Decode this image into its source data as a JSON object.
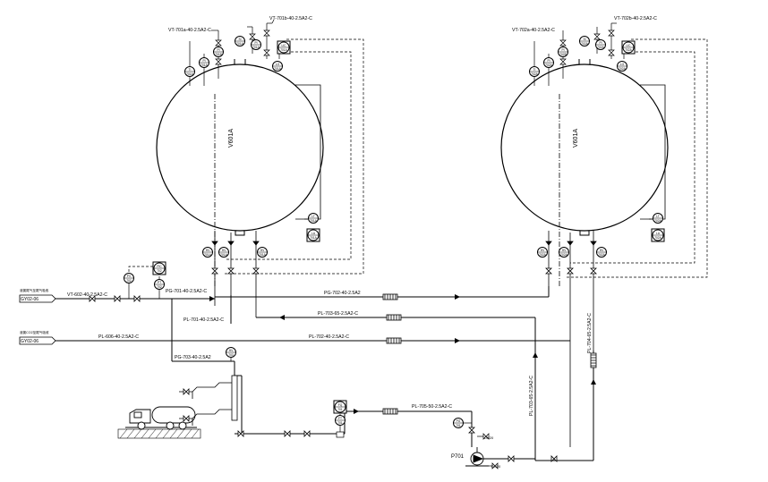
{
  "vessels": {
    "left": {
      "tag": "V601A",
      "top_lines": {
        "a": "VT-701a-40-2.5A2-C",
        "b": "VT-701b-40-2.5A2-C"
      }
    },
    "right": {
      "tag": "V601A",
      "top_lines": {
        "a": "VT-702a-40-2.5A2-C",
        "b": "VT-702b-40-2.5A2-C"
      }
    }
  },
  "lines": {
    "vt602": "VT-602-40-2.5A2-C",
    "pg701": "PG-701-40-2.5A2-C",
    "pg702": "PG-702-40-2.5A2",
    "pl701": "PL-701-40-2.5A2-C",
    "pl703": "PL-703-65-2.5A2-C",
    "pl606": "PL-606-40-2.5A2-C",
    "pl702": "PL-702-40-2.5A2-C",
    "pg703": "PG-703-40-2.5A2",
    "pl705": "PL-705-50-2.5A2-C",
    "pl704": "PL-704-65-2.5A2-C",
    "pl703v": "PL-703-65-2.5A2-C"
  },
  "offpage": {
    "top": {
      "id": "GY02-06",
      "note": "液氯尾气至尾气吸收"
    },
    "bottom": {
      "id": "GY02-06",
      "note": "液氯CO2至尾气吸收"
    }
  },
  "pump": {
    "tag": "P701"
  },
  "dn": {
    "a": "DN20",
    "b": "DN20"
  },
  "instruments": {
    "ti701a": [
      "TI",
      "701A"
    ],
    "pi701a": [
      "PI",
      "701A"
    ],
    "pi701b": [
      "PI",
      "701B"
    ],
    "si701a": [
      "SI",
      "701A"
    ],
    "pi701c": [
      "PI",
      "701A"
    ],
    "lic701": [
      "LIC",
      "701A"
    ],
    "lg701": [
      "LG",
      "701A"
    ],
    "lt701a": [
      "LT",
      "701A"
    ],
    "la701": [
      "LA",
      "701A"
    ],
    "hv1": [
      "HV",
      "701A"
    ],
    "hv2": [
      "HV",
      "701A"
    ],
    "hv3": [
      "HV",
      "701A"
    ],
    "pv702": [
      "PV",
      "702"
    ],
    "pt702": [
      "PT",
      "702"
    ],
    "pic702": [
      "PIC",
      "702"
    ],
    "hv4": [
      "HV",
      "703"
    ],
    "fq701": [
      "FQ",
      "701"
    ],
    "ft701": [
      "FT",
      "701"
    ],
    "pg701": [
      "PG",
      "701"
    ],
    "ti702a": [
      "TI",
      "702A"
    ],
    "pi702a": [
      "PI",
      "702A"
    ],
    "pi702b": [
      "PI",
      "702B"
    ],
    "si702a": [
      "SI",
      "702A"
    ],
    "pi702c": [
      "PI",
      "702A"
    ],
    "lic702": [
      "LIC",
      "702A"
    ],
    "lg702": [
      "LG",
      "702A"
    ],
    "lt702a": [
      "LT",
      "702A"
    ],
    "la702": [
      "LA",
      "702A"
    ],
    "hv5": [
      "HV",
      "702A"
    ],
    "hv6": [
      "HV",
      "702A"
    ],
    "hv7": [
      "HV",
      "702A"
    ]
  }
}
